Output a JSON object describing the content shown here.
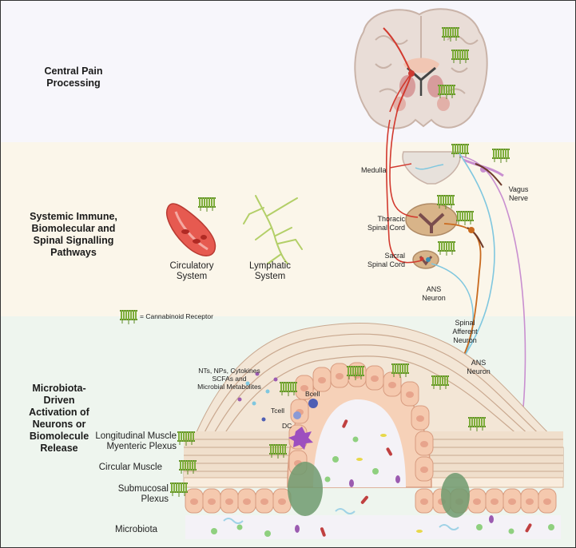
{
  "sections": {
    "central": "Central Pain\nProcessing",
    "systemic": "Systemic Immune,\nBiomolecular and\nSpinal Signalling\nPathways",
    "microbiota": "Microbiota-\nDriven\nActivation of\nNeurons or\nBiomolecule\nRelease"
  },
  "labels": {
    "medulla": "Medulla",
    "thoracic": "Thoracic\nSpinal Cord",
    "sacral": "Sacral\nSpinal Cord",
    "vagus": "Vagus\nNerve",
    "ans_neuron_top": "ANS\nNeuron",
    "spinal_afferent": "Spinal\nAfferent\nNeuron",
    "ans_neuron_gut": "ANS\nNeuron",
    "circulatory": "Circulatory\nSystem",
    "lymphatic": "Lymphatic\nSystem",
    "legend": "= Cannabinoid Receptor",
    "mediators": "NTs, NPs, Cytokines\nSCFAs and\nMicrobial Metabolites",
    "bcell": "Bcell",
    "tcell": "Tcell",
    "dc": "DC",
    "longitudinal": "Longitudinal Muscle\nMyenteric Plexus",
    "circular": "Circular Muscle",
    "submucosal": "Submucosal Plexus",
    "microbiota": "Microbiota"
  },
  "colors": {
    "band_top": "#f7f6fb",
    "band_mid": "#fbf6ea",
    "band_bottom": "#eef5ee",
    "receptor": "#6b9a2e",
    "spinal_afferent": "#7fc7df",
    "vagus": "#c98fd0",
    "ans": "#c96a1e",
    "central": "#d23a2f"
  }
}
